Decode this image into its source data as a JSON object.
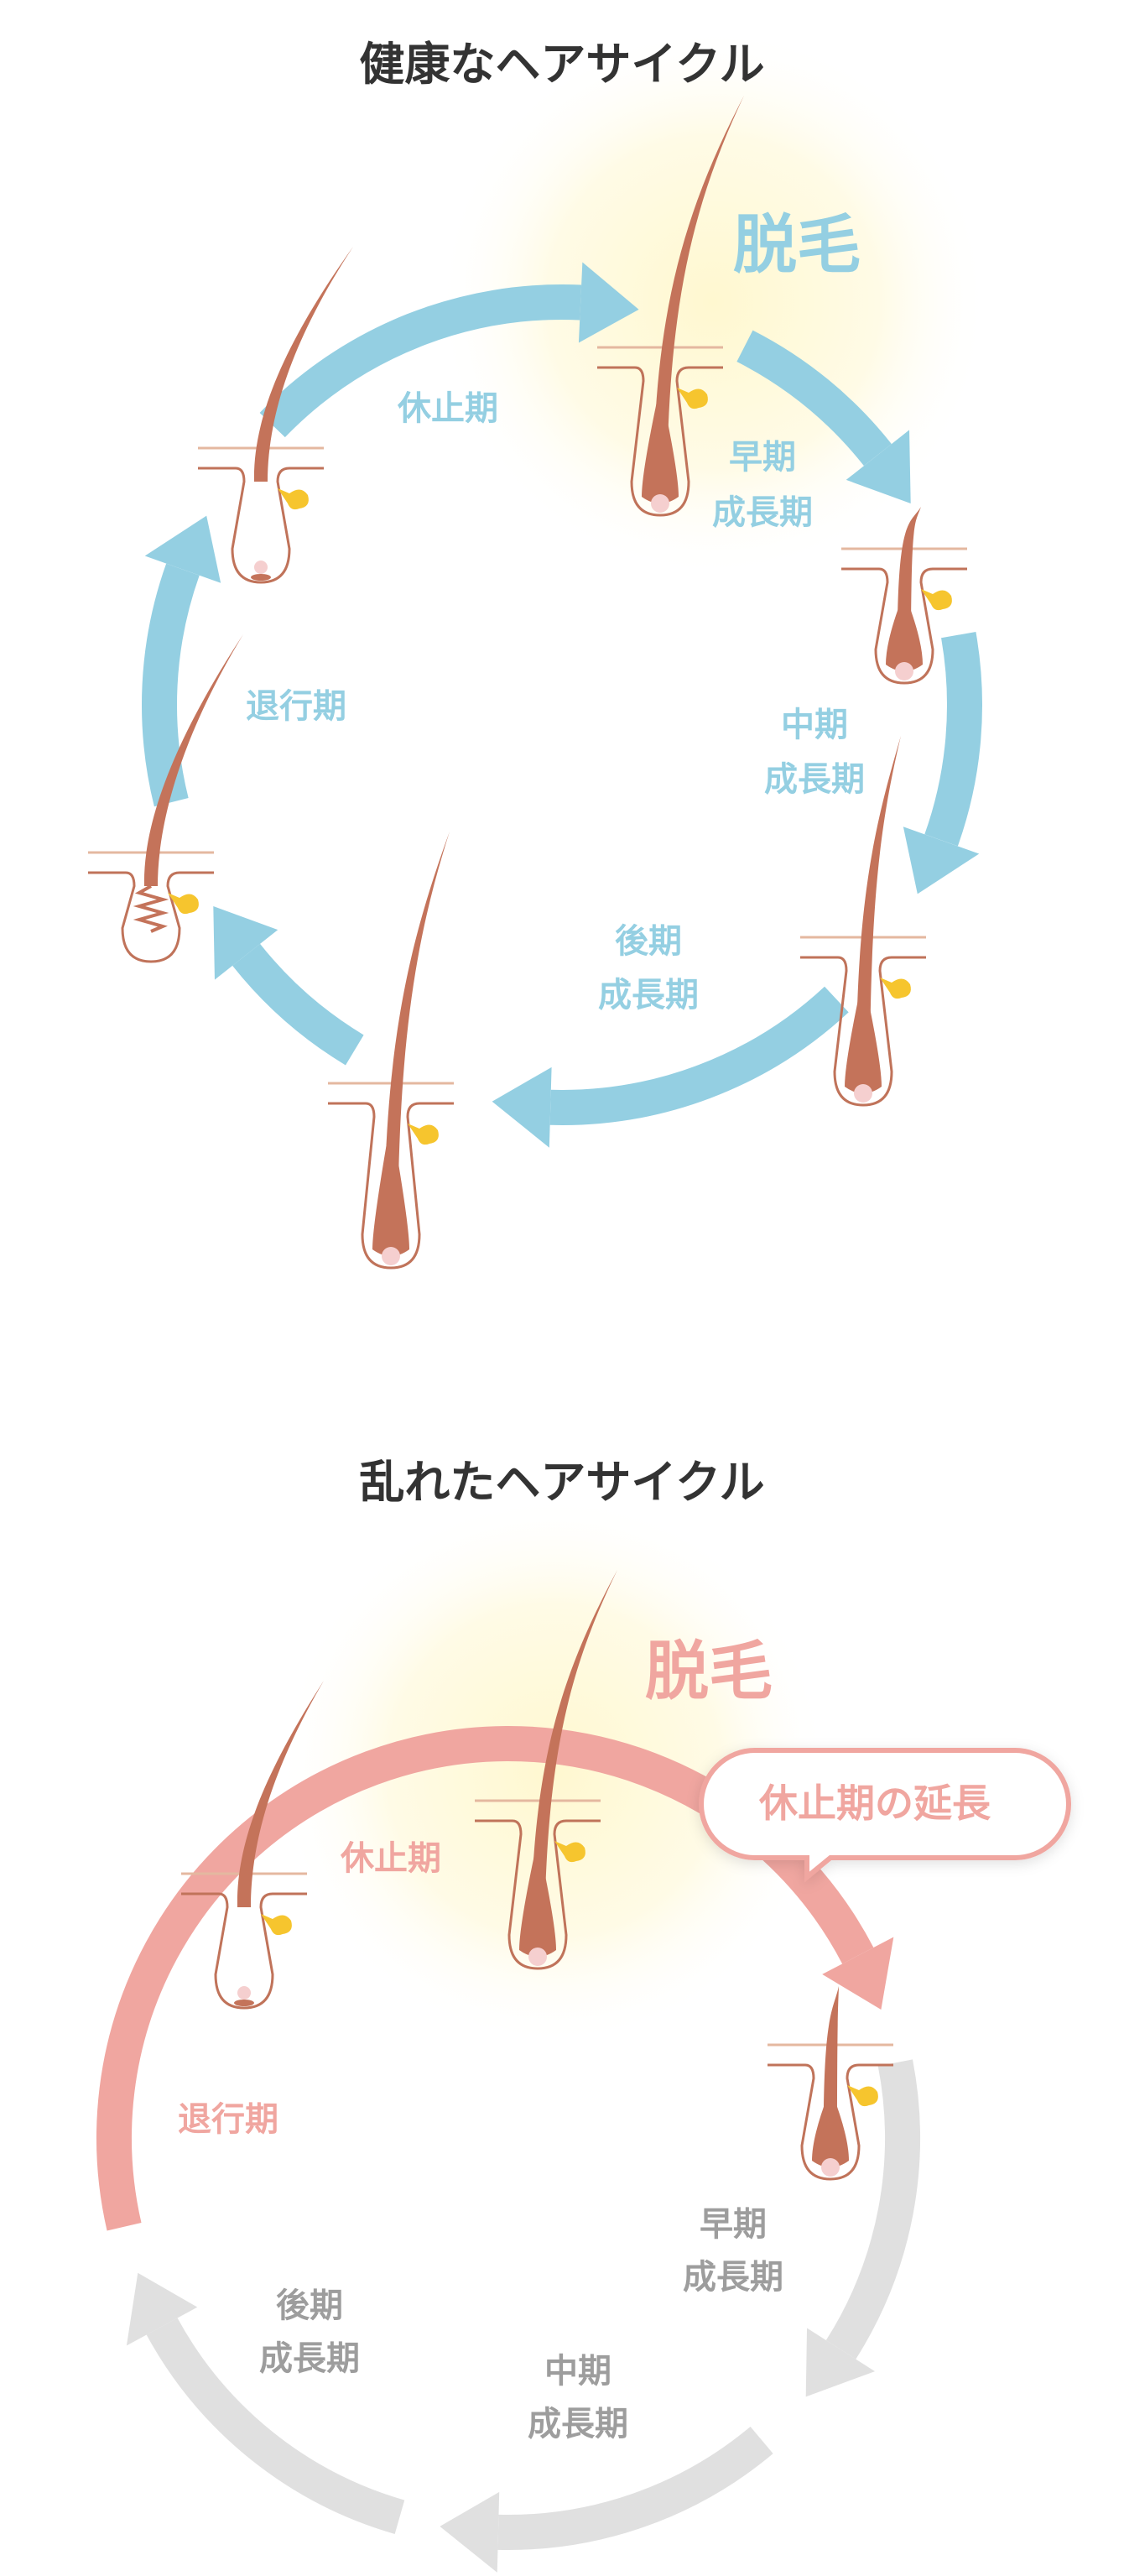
{
  "healthy": {
    "title": "健康なヘアサイクル",
    "shedding": "脱毛",
    "telogen": "休止期",
    "early": [
      "早期",
      "成長期"
    ],
    "mid": [
      "中期",
      "成長期"
    ],
    "late": [
      "後期",
      "成長期"
    ],
    "catagen": "退行期",
    "color": "#94cfe2"
  },
  "disrupted": {
    "title": "乱れたヘアサイクル",
    "shedding": "脱毛",
    "telogen": "休止期",
    "callout": "休止期の延長",
    "catagen": "退行期",
    "early": [
      "早期",
      "成長期"
    ],
    "mid": [
      "中期",
      "成長期"
    ],
    "late": [
      "後期",
      "成長期"
    ],
    "color": "#f0a6a0",
    "inactive_color": "#e0e0e0",
    "inactive_text_color": "#9d9d9d"
  }
}
